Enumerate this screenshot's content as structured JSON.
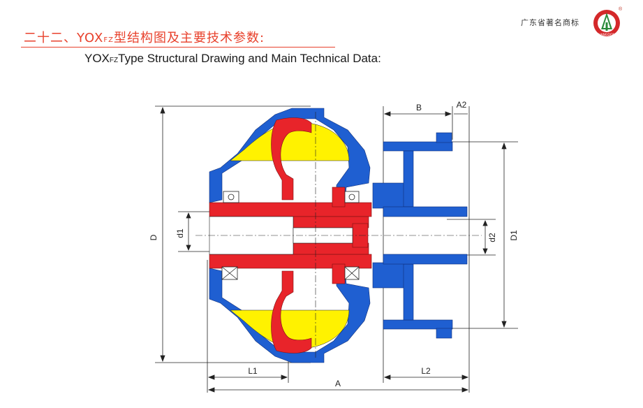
{
  "header": {
    "title_cn_prefix": "二十二、YOX",
    "title_cn_sub": "FZ",
    "title_cn_suffix": "型结构图及主要技术参数:",
    "title_en_prefix": "YOX",
    "title_en_sub": "FZ",
    "title_en_suffix": "Type Structural Drawing and Main Technical Data:",
    "brand_text": "广东省著名商标",
    "logo_text": "GUANGDONG",
    "reg_mark": "®"
  },
  "diagram": {
    "labels": {
      "B": "B",
      "A2": "A2",
      "D": "D",
      "d1": "d1",
      "d2": "d2",
      "D1": "D1",
      "L1": "L1",
      "L2": "L2",
      "A": "A"
    },
    "colors": {
      "casing": "#1f5fd1",
      "rotor": "#e8242a",
      "fluid": "#fff200",
      "lines": "#222222",
      "title_red": "#e8412c"
    }
  }
}
